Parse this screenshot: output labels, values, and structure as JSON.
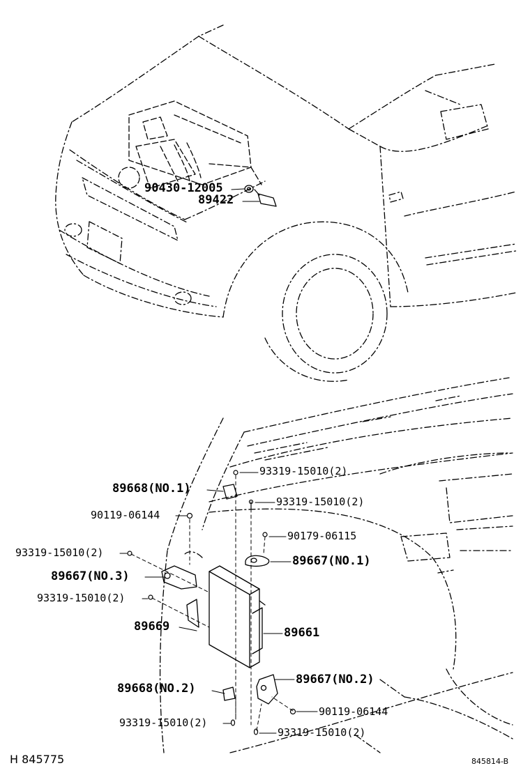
{
  "labels": {
    "p90430": "90430-12005",
    "p89422": "89422",
    "p93319_top": "93319-15010(2)",
    "p89668_no1": "89668(NO.1)",
    "p93319_b": "93319-15010(2)",
    "p90119_a": "90119-06144",
    "p90179": "90179-06115",
    "p93319_left1": "93319-15010(2)",
    "p89667_no1": "89667(NO.1)",
    "p89667_no3": "89667(NO.3)",
    "p93319_left2": "93319-15010(2)",
    "p89669": "89669",
    "p89661": "89661",
    "p89667_no2": "89667(NO.2)",
    "p89668_no2": "89668(NO.2)",
    "p90119_b": "90119-06144",
    "p93319_bottom1": "93319-15010(2)",
    "p93319_bottom2": "93319-15010(2)"
  },
  "footer": {
    "left": "H 845775",
    "right": "845814-B"
  }
}
